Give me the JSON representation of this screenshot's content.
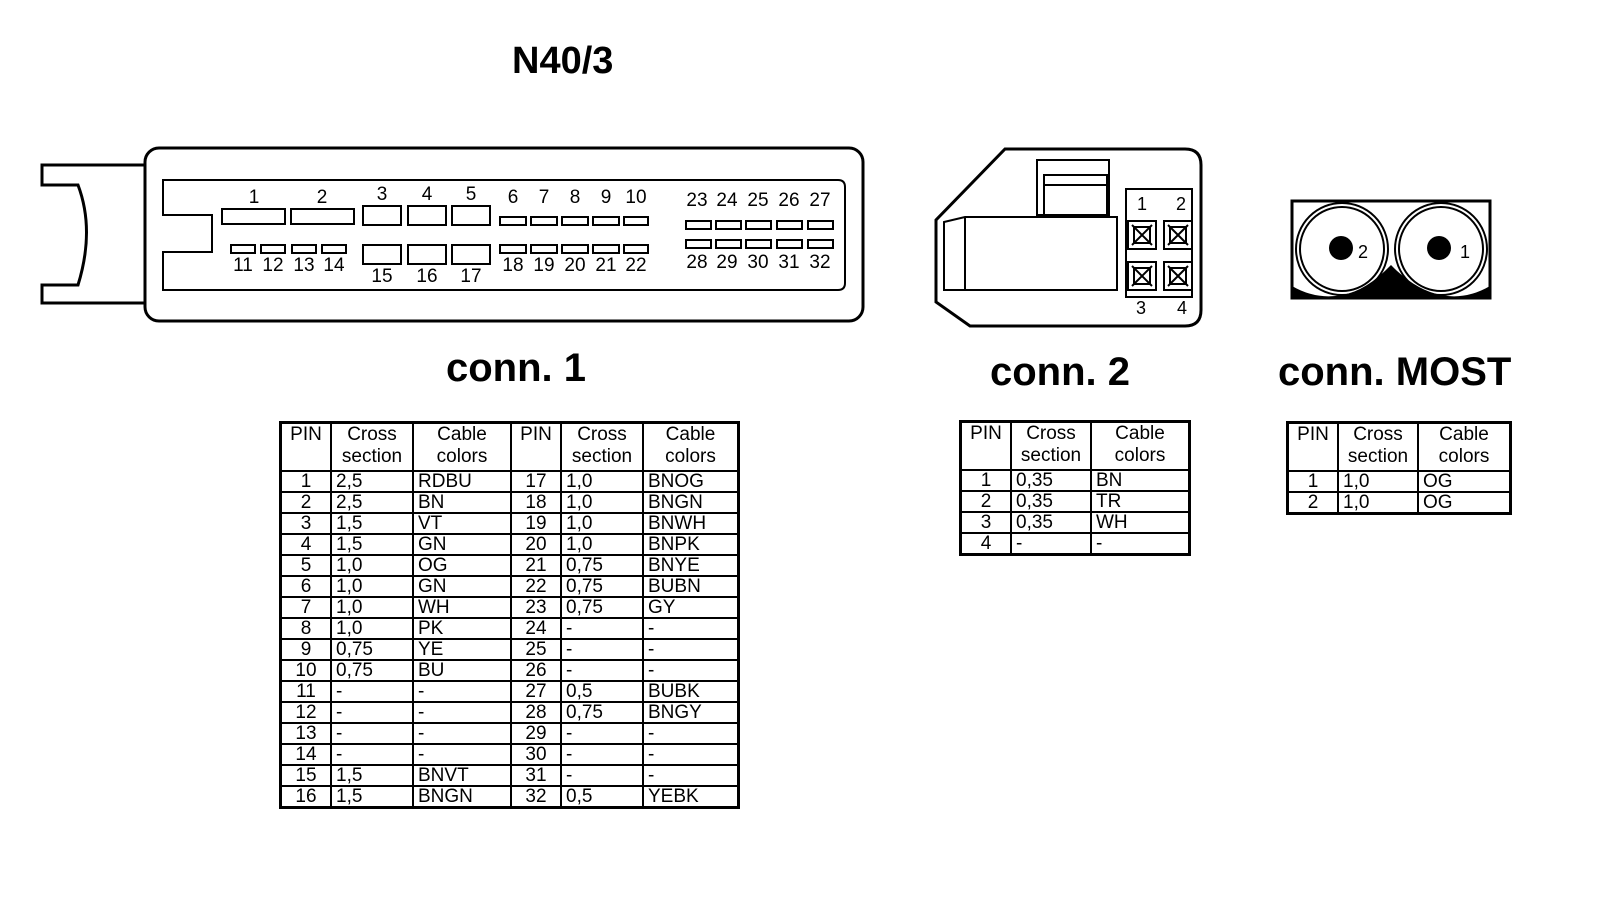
{
  "title": "N40/3",
  "connectors": {
    "conn1": {
      "label": "conn. 1",
      "pins_top_small_labels": [
        "1",
        "2",
        "3",
        "4",
        "5",
        "6",
        "7",
        "8",
        "9",
        "10",
        "23",
        "24",
        "25",
        "26",
        "27"
      ],
      "pins_bottom_labels": [
        "11",
        "12",
        "13",
        "14",
        "15",
        "16",
        "17",
        "18",
        "19",
        "20",
        "21",
        "22",
        "28",
        "29",
        "30",
        "31",
        "32"
      ]
    },
    "conn2": {
      "label": "conn. 2",
      "pin_labels": [
        "1",
        "2",
        "3",
        "4"
      ]
    },
    "most": {
      "label": "conn. MOST",
      "pin_labels": [
        "2",
        "1"
      ]
    }
  },
  "table_headers": {
    "pin": "PIN",
    "cross_1": "Cross",
    "cross_2": "section",
    "cable_1": "Cable",
    "cable_2": "colors"
  },
  "table1": {
    "left": [
      [
        "1",
        "2,5",
        "RDBU"
      ],
      [
        "2",
        "2,5",
        "BN"
      ],
      [
        "3",
        "1,5",
        "VT"
      ],
      [
        "4",
        "1,5",
        "GN"
      ],
      [
        "5",
        "1,0",
        "OG"
      ],
      [
        "6",
        "1,0",
        "GN"
      ],
      [
        "7",
        "1,0",
        "WH"
      ],
      [
        "8",
        "1,0",
        "PK"
      ],
      [
        "9",
        "0,75",
        "YE"
      ],
      [
        "10",
        "0,75",
        "BU"
      ],
      [
        "11",
        "-",
        "-"
      ],
      [
        "12",
        "-",
        "-"
      ],
      [
        "13",
        "-",
        "-"
      ],
      [
        "14",
        "-",
        "-"
      ],
      [
        "15",
        "1,5",
        "BNVT"
      ],
      [
        "16",
        "1,5",
        "BNGN"
      ]
    ],
    "right": [
      [
        "17",
        "1,0",
        "BNOG"
      ],
      [
        "18",
        "1,0",
        "BNGN"
      ],
      [
        "19",
        "1,0",
        "BNWH"
      ],
      [
        "20",
        "1,0",
        "BNPK"
      ],
      [
        "21",
        "0,75",
        "BNYE"
      ],
      [
        "22",
        "0,75",
        "BUBN"
      ],
      [
        "23",
        "0,75",
        "GY"
      ],
      [
        "24",
        "-",
        "-"
      ],
      [
        "25",
        "-",
        "-"
      ],
      [
        "26",
        "-",
        "-"
      ],
      [
        "27",
        "0,5",
        "BUBK"
      ],
      [
        "28",
        "0,75",
        "BNGY"
      ],
      [
        "29",
        "-",
        "-"
      ],
      [
        "30",
        "-",
        "-"
      ],
      [
        "31",
        "-",
        "-"
      ],
      [
        "32",
        "0,5",
        "YEBK"
      ]
    ]
  },
  "table2": [
    [
      "1",
      "0,35",
      "BN"
    ],
    [
      "2",
      "0,35",
      "TR"
    ],
    [
      "3",
      "0,35",
      "WH"
    ],
    [
      "4",
      "-",
      "-"
    ]
  ],
  "table3": [
    [
      "1",
      "1,0",
      "OG"
    ],
    [
      "2",
      "1,0",
      "OG"
    ]
  ]
}
